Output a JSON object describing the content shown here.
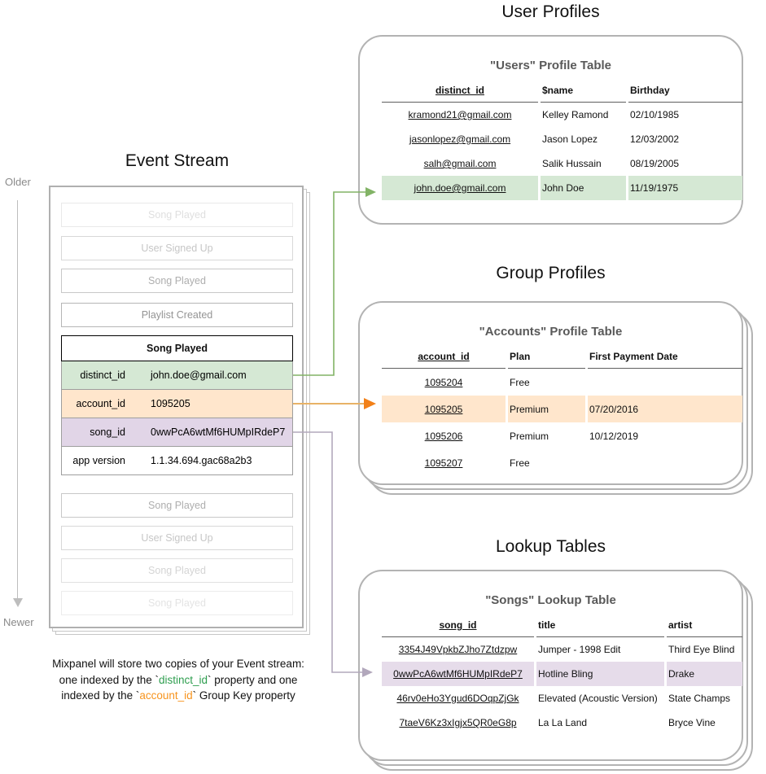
{
  "event_stream": {
    "title": "Event Stream",
    "older_label": "Older",
    "newer_label": "Newer",
    "events_before": [
      "Song Played",
      "User Signed Up",
      "Song Played",
      "Playlist Created"
    ],
    "selected_event": {
      "title": "Song Played",
      "properties": [
        {
          "key": "distinct_id",
          "value": "john.doe@gmail.com",
          "highlight": "green"
        },
        {
          "key": "account_id",
          "value": "1095205",
          "highlight": "orange"
        },
        {
          "key": "song_id",
          "value": "0wwPcA6wtMf6HUMpIRdeP7",
          "highlight": "purple"
        },
        {
          "key": "app version",
          "value": "1.1.34.694.gac68a2b3",
          "highlight": "none"
        }
      ]
    },
    "events_after": [
      "Song Played",
      "User Signed Up",
      "Song Played",
      "Song Played"
    ]
  },
  "caption": {
    "line1": "Mixpanel will store two copies of your Event stream:",
    "line2_prefix": "one indexed by the `",
    "line2_property": "distinct_id",
    "line2_suffix": "` property and one",
    "line3_prefix": "indexed by the `",
    "line3_property": "account_id",
    "line3_suffix": "` Group Key property"
  },
  "user_profiles": {
    "section_title": "User Profiles",
    "table_title": "\"Users\" Profile Table",
    "columns": [
      "distinct_id",
      "$name",
      "Birthday"
    ],
    "rows": [
      [
        "kramond21@gmail.com",
        "Kelley Ramond",
        "02/10/1985"
      ],
      [
        "jasonlopez@gmail.com",
        "Jason Lopez",
        "12/03/2002"
      ],
      [
        "salh@gmail.com",
        "Salik Hussain",
        "08/19/2005"
      ],
      [
        "john.doe@gmail.com",
        "John Doe",
        "11/19/1975"
      ]
    ],
    "highlighted_row_index": 3
  },
  "group_profiles": {
    "section_title": "Group Profiles",
    "table_title": "\"Accounts\" Profile Table",
    "columns": [
      "account_id",
      "Plan",
      "First Payment Date"
    ],
    "rows": [
      [
        "1095204",
        "Free",
        ""
      ],
      [
        "1095205",
        "Premium",
        "07/20/2016"
      ],
      [
        "1095206",
        "Premium",
        "10/12/2019"
      ],
      [
        "1095207",
        "Free",
        ""
      ]
    ],
    "highlighted_row_index": 1
  },
  "lookup_tables": {
    "section_title": "Lookup Tables",
    "table_title": "\"Songs\" Lookup Table",
    "columns": [
      "song_id",
      "title",
      "artist"
    ],
    "rows": [
      [
        "3354J49VpkbZJho7Ztdzpw",
        "Jumper - 1998 Edit",
        "Third Eye Blind"
      ],
      [
        "0wwPcA6wtMf6HUMpIRdeP7",
        "Hotline Bling",
        "Drake"
      ],
      [
        "46rv0eHo3Ygud6DOqpZjGk",
        "Elevated (Acoustic Version)",
        "State Champs"
      ],
      [
        "7taeV6Kz3xIgjx5QR0eG8p",
        "La La Land",
        "Bryce Vine"
      ]
    ],
    "highlighted_row_index": 1
  },
  "links": [
    {
      "from": "distinct_id",
      "to": "user-profiles-row",
      "color": "#82b366"
    },
    {
      "from": "account_id",
      "to": "group-profiles-row",
      "color": "#f28018"
    },
    {
      "from": "song_id",
      "to": "lookup-table-row",
      "color": "#b2a8bc"
    }
  ],
  "colors": {
    "green_fill": "#d5e8d4",
    "green_stroke": "#82b366",
    "orange_fill": "#ffe6cc",
    "orange_line": "#e8b266",
    "orange_head": "#f28018",
    "purple_fill": "#e1d5e7",
    "purple_stroke": "#b2a8bc",
    "caption_green": "#2e9e4f",
    "caption_orange": "#f7941e",
    "card_border": "#b3b3b3"
  }
}
